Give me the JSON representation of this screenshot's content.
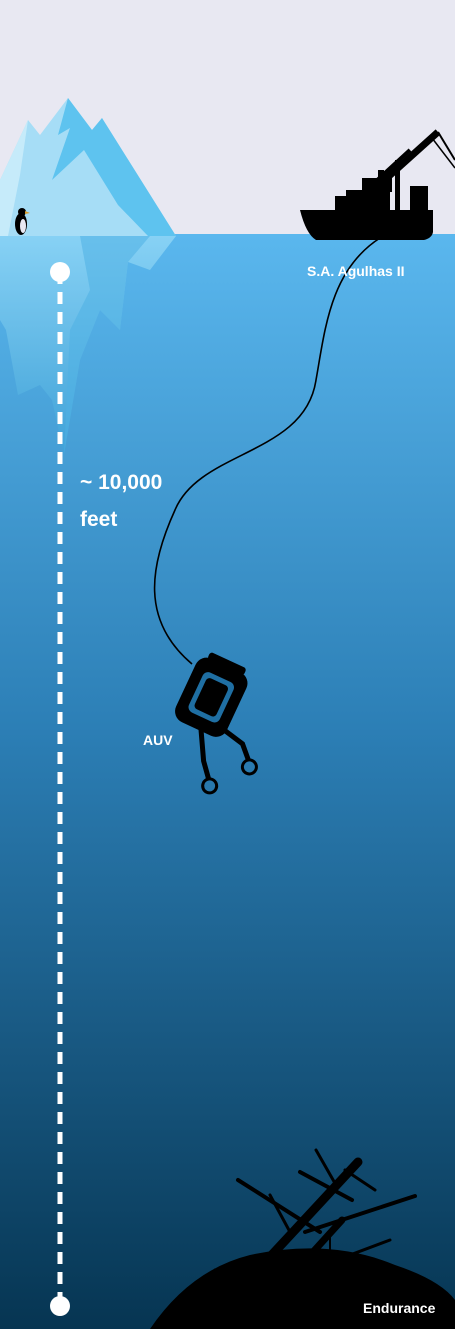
{
  "labels": {
    "ship": "S.A. Agulhas II",
    "depth_line1": "~ 10,000",
    "depth_line2": "feet",
    "rov": "AUV",
    "wreck": "Endurance"
  },
  "colors": {
    "sky": "#e8e8f2",
    "ocean_top": "#5ab7ee",
    "ocean_bottom": "#063552",
    "ice_light": "#a6ddf6",
    "ice_mid": "#5ec3ef",
    "ice_shadow": "#2d8fc9",
    "silhouette": "#000000",
    "depth_marker": "#ffffff"
  }
}
